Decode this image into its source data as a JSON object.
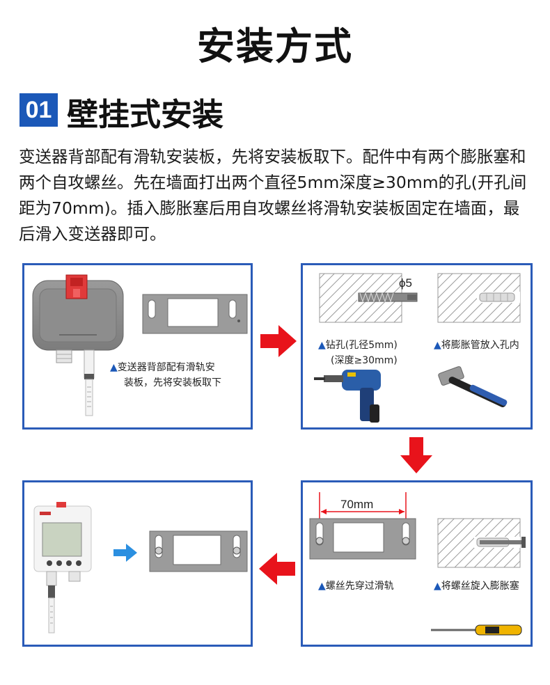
{
  "page": {
    "title": "安装方式"
  },
  "section": {
    "number": "01",
    "title": "壁挂式安装",
    "description": "变送器背部配有滑轨安装板，先将安装板取下。配件中有两个膨胀塞和两个自攻螺丝。先在墙面打出两个直径5mm深度≥30mm的孔(开孔间距为70mm)。插入膨胀塞后用自攻螺丝将滑轨安装板固定在墙面，最后滑入变送器即可。"
  },
  "steps": {
    "step1": {
      "caption_line1": "变送器背部配有滑轨安",
      "caption_line2": "装板，先将安装板取下"
    },
    "step2": {
      "drill_symbol": "ϕ5",
      "drill_caption_line1": "钻孔(孔径5mm)",
      "drill_caption_line2": "(深度≥30mm)",
      "plug_caption": "将膨胀管放入孔内"
    },
    "step3": {
      "spacing_label": "70mm",
      "rail_caption": "螺丝先穿过滑轨",
      "screw_caption": "将螺丝旋入膨胀塞"
    }
  },
  "icons": {
    "caption_marker": "▲"
  },
  "colors": {
    "accent_blue": "#1b58b8",
    "panel_border": "#2a5bb8",
    "arrow_red": "#e8131b",
    "arrow_blue": "#2b8fe0"
  }
}
